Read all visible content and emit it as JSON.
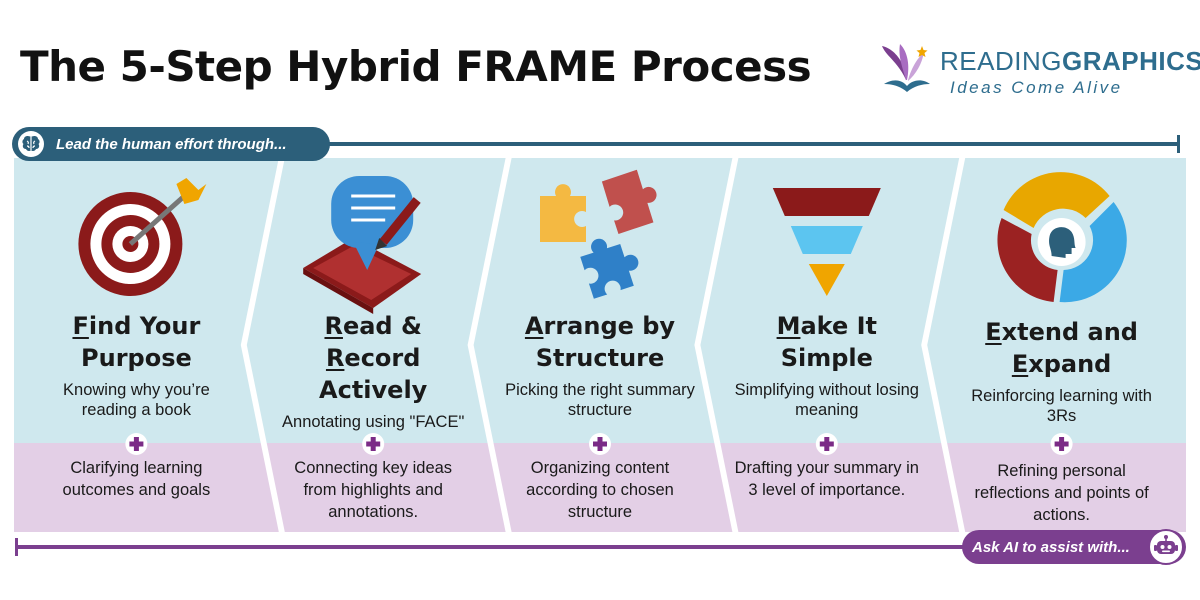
{
  "title": "The 5-Step Hybrid FRAME Process",
  "brand": {
    "name_light": "READING",
    "name_bold": "GRAPHICS",
    "tagline": "Ideas Come Alive"
  },
  "human_label": "Lead the human effort through...",
  "ai_label": "Ask AI to assist with...",
  "colors": {
    "human_panel": "#cfe8ee",
    "ai_panel": "#e3cfe6",
    "human_track": "#2c5f7a",
    "ai_track": "#7b3f8f",
    "plus": "#7b2b86",
    "target_red": "#8b1a1a",
    "arrow_gold": "#f0a500",
    "blue": "#3b8fd4",
    "sky": "#5cc5f0"
  },
  "steps": [
    {
      "icon": "target-icon",
      "first_letter": "F",
      "title_line1_rest": "ind Your",
      "title_line2_letter": "",
      "title_line2_rest": "Purpose",
      "description": "Knowing why you’re reading a book",
      "ai_task": "Clarifying learning outcomes and goals"
    },
    {
      "icon": "note-tablet-icon",
      "first_letter": "R",
      "title_line1_rest": "ead & ",
      "title_line1_letter2": "R",
      "title_line1_rest2": "ecord",
      "title_line2_letter": "",
      "title_line2_rest": "Actively",
      "description": "Annotating using \"FACE\"",
      "ai_task": "Connecting key ideas from highlights and annotations."
    },
    {
      "icon": "puzzle-icon",
      "first_letter": "A",
      "title_line1_rest": "rrange by",
      "title_line2_letter": "",
      "title_line2_rest": "Structure",
      "description": "Picking the right summary structure",
      "ai_task": "Organizing content according to chosen structure"
    },
    {
      "icon": "funnel-icon",
      "first_letter": "M",
      "title_line1_rest": "ake It",
      "title_line2_letter": "",
      "title_line2_rest": "Simple",
      "description": "Simplifying without losing meaning",
      "ai_task": "Drafting your summary in 3 level of importance."
    },
    {
      "icon": "cycle-head-icon",
      "first_letter": "E",
      "title_line1_rest": "xtend and",
      "title_line2_letter": "E",
      "title_line2_rest": "xpand",
      "description": "Reinforcing learning with 3Rs",
      "ai_task": "Refining personal reflections and points of actions."
    }
  ]
}
